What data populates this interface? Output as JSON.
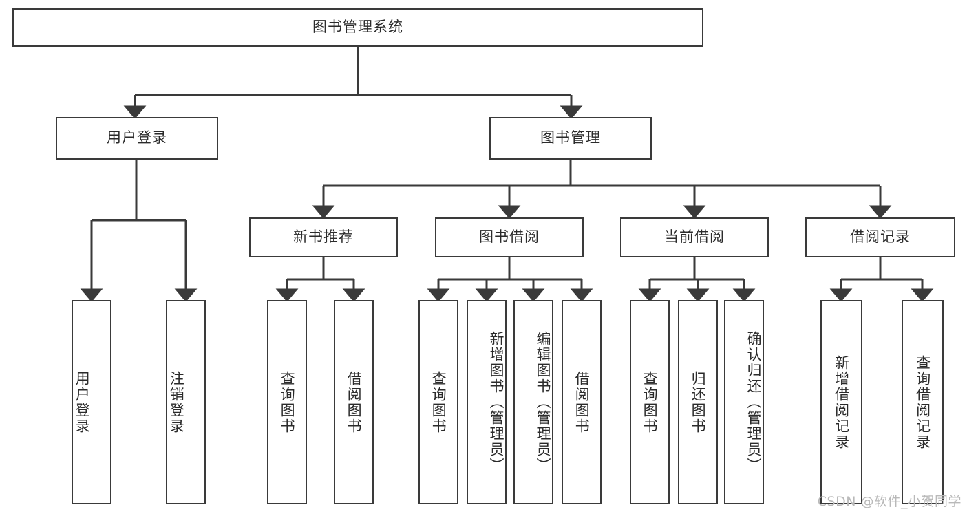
{
  "diagram": {
    "type": "tree-hierarchy-chart",
    "title": "图书管理系统",
    "stroke_color": "#3a3a3a",
    "background_color": "#ffffff",
    "text_color": "#2b2b2b",
    "levels": 4,
    "nodes": {
      "root": {
        "label": "图书管理系统"
      },
      "l1": [
        {
          "id": "user-login",
          "label": "用户登录"
        },
        {
          "id": "book-management",
          "label": "图书管理"
        }
      ],
      "l2": [
        {
          "id": "new-book-recommend",
          "label": "新书推荐"
        },
        {
          "id": "book-borrow",
          "label": "图书借阅"
        },
        {
          "id": "current-borrow",
          "label": "当前借阅"
        },
        {
          "id": "borrow-record",
          "label": "借阅记录"
        }
      ],
      "l3_user_login": [
        {
          "id": "leaf-user-login",
          "label": "用户登录"
        },
        {
          "id": "leaf-logout-login",
          "label": "注销登录"
        }
      ],
      "l3_new_book_recommend": [
        {
          "id": "leaf-query-book-1",
          "label": "查询图书"
        },
        {
          "id": "leaf-borrow-book-1",
          "label": "借阅图书"
        }
      ],
      "l3_book_borrow": [
        {
          "id": "leaf-query-book-2",
          "label": "查询图书"
        },
        {
          "id": "leaf-add-book",
          "label": "新增图书（管理员）"
        },
        {
          "id": "leaf-edit-book",
          "label": "编辑图书（管理员）"
        },
        {
          "id": "leaf-borrow-book-2",
          "label": "借阅图书"
        }
      ],
      "l3_current_borrow": [
        {
          "id": "leaf-query-book-3",
          "label": "查询图书"
        },
        {
          "id": "leaf-return-book",
          "label": "归还图书"
        },
        {
          "id": "leaf-confirm-return",
          "label": "确认归还（管理员）"
        }
      ],
      "l3_borrow_record": [
        {
          "id": "leaf-add-borrow-record",
          "label": "新增借阅记录"
        },
        {
          "id": "leaf-query-borrow-record",
          "label": "查询借阅记录"
        }
      ]
    },
    "watermark": "CSDN @软件_小贺同学"
  }
}
